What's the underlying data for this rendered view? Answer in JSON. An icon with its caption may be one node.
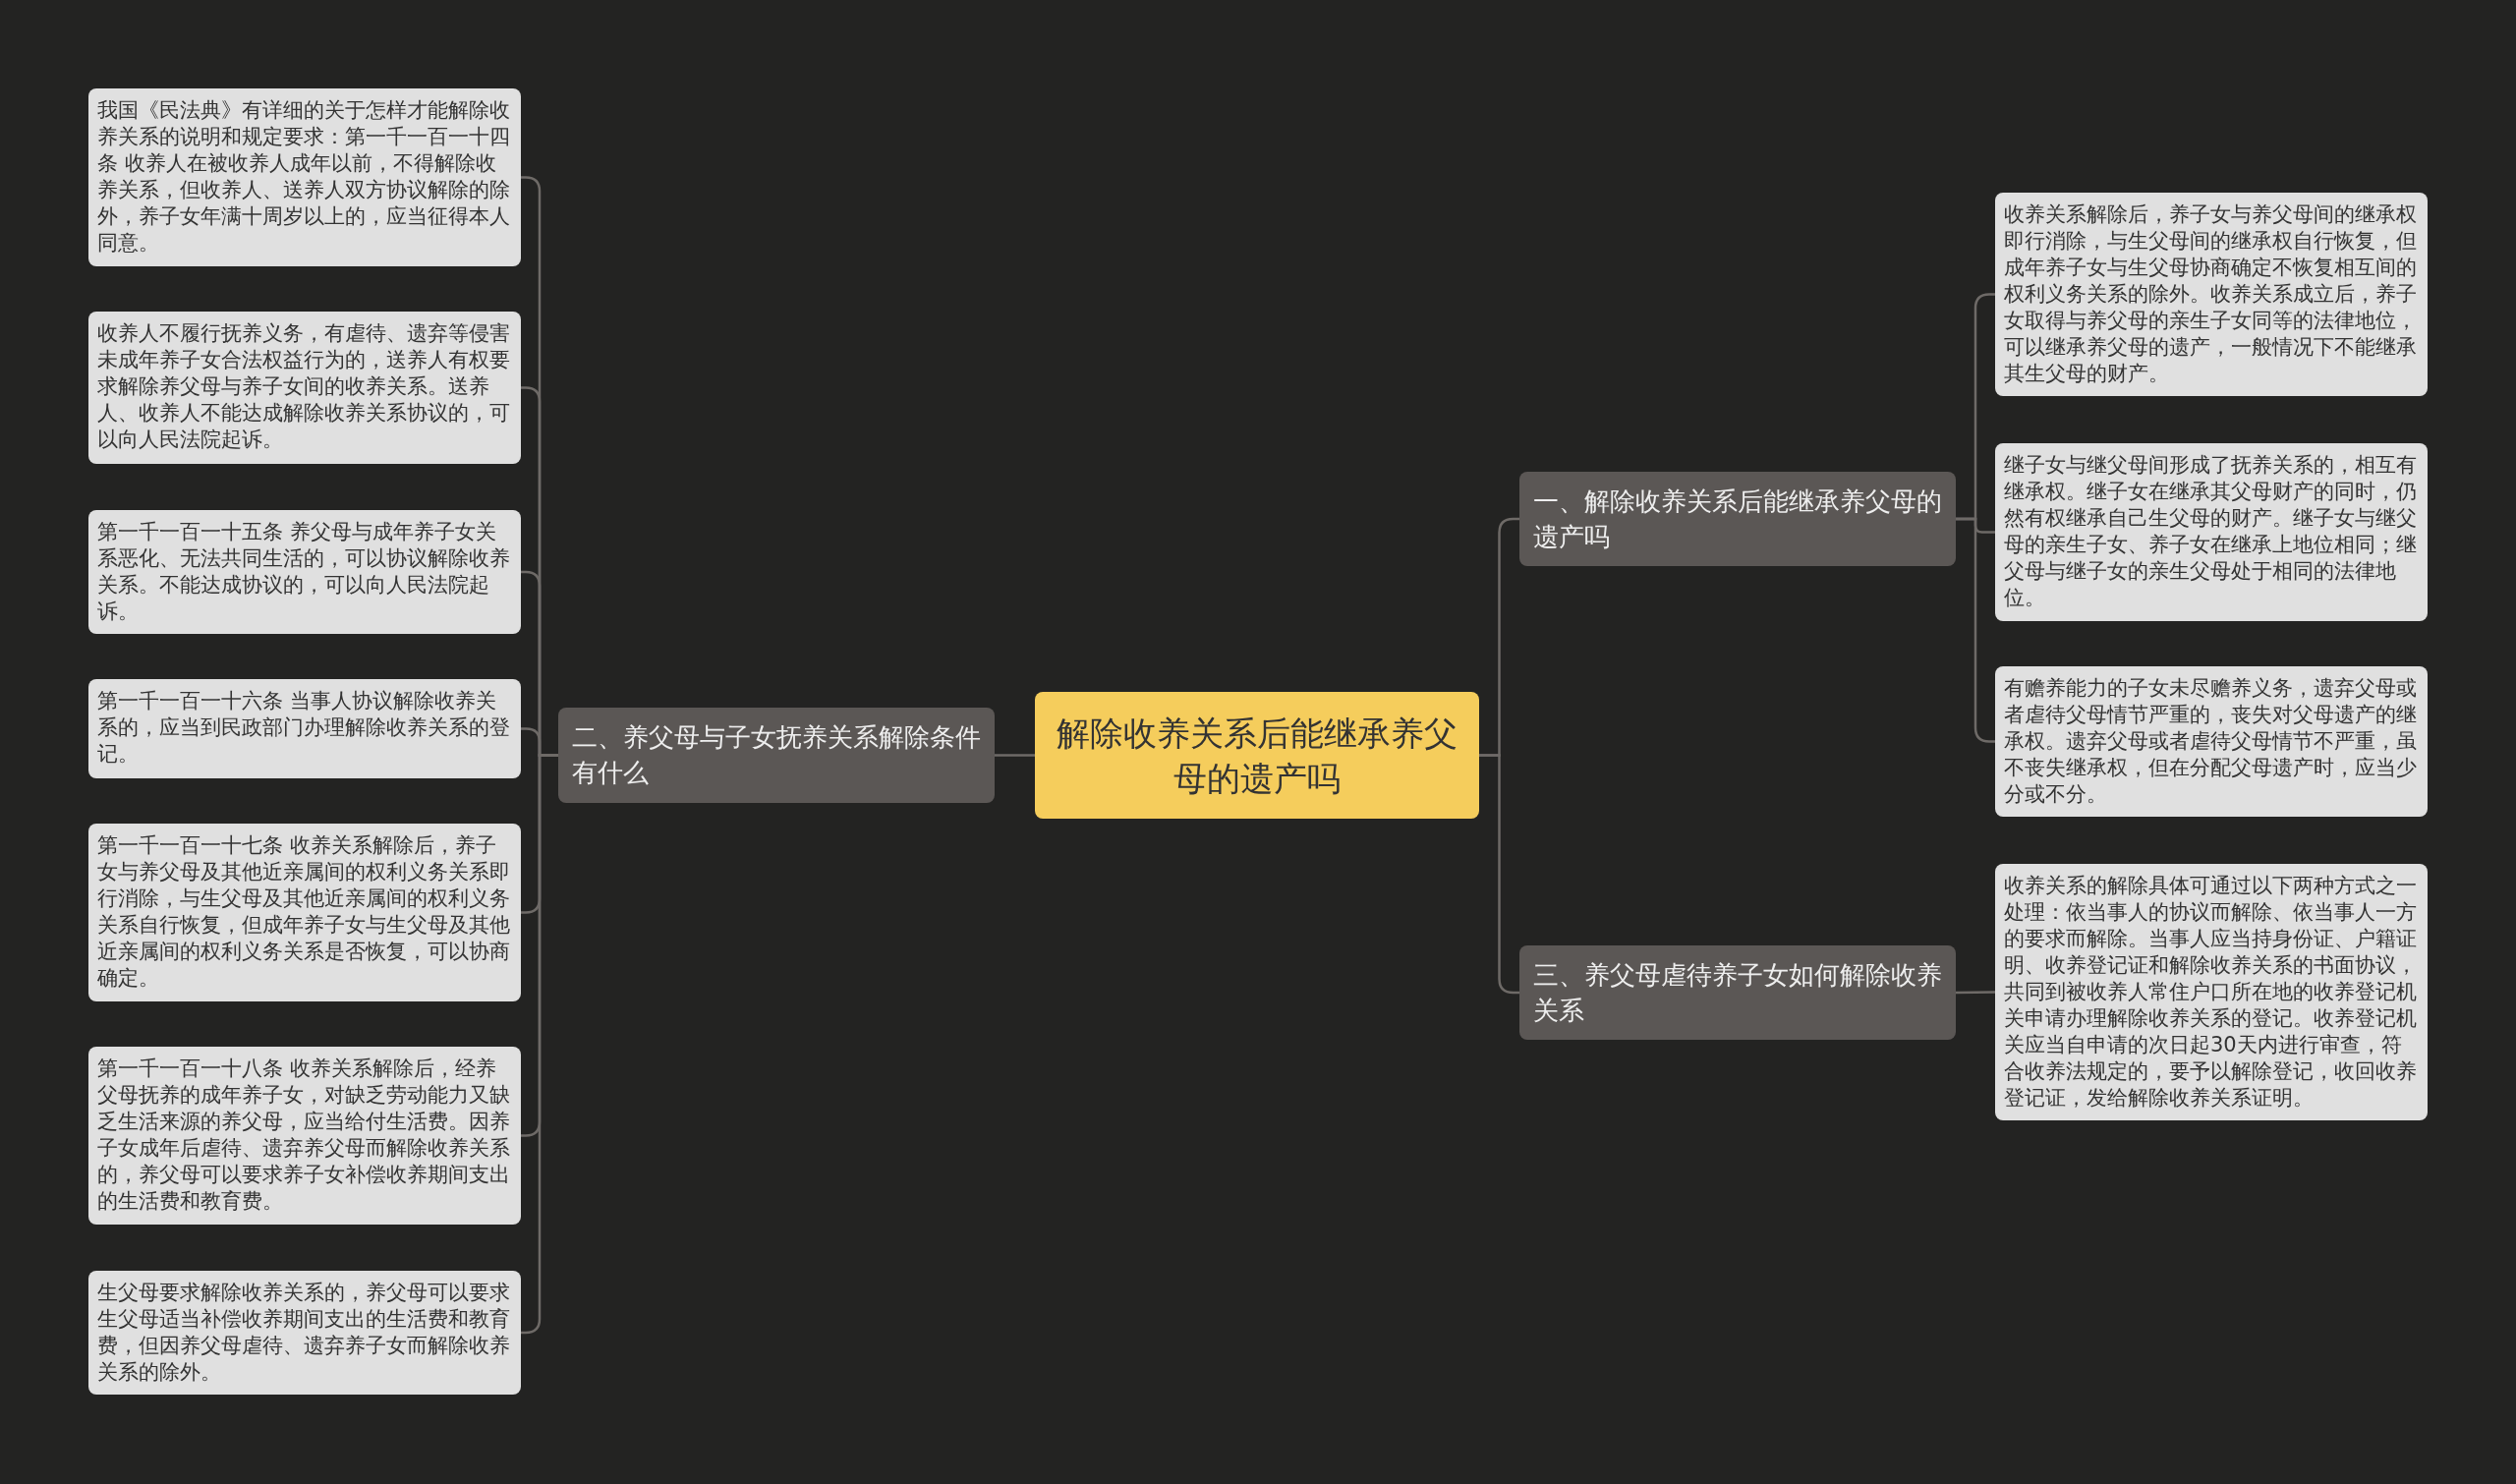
{
  "diagram": {
    "nodes": [
      {
        "text": [
          "解除收养关系后能继承养父母的遗产吗"
        ]
      },
      {
        "text": [
          "一、解除收养关系后能继承养父母的遗产吗"
        ]
      },
      {
        "text": [
          "收养关系解除后，养子女与养父母间的继承权即行消除，与生父母间的继承权自行恢复，但成年养子女与生父母协商确定不恢复相互间的权利义务关系的除外。收养关系成立后，养子女取得与养父母的亲生子女同等的法律地位，可以继承养父母的遗产，一般情况下不能继承其生父母的财产。"
        ]
      },
      {
        "text": [
          "继子女与继父母间形成了抚养关系的，相互有继承权。继子女在继承其父母财产的同时，仍然有权继承自己生父母的财产。继子女与继父母的亲生子女、养子女在继承上地位相同；继父母与继子女的亲生父母处于相同的法律地位。"
        ]
      },
      {
        "text": [
          "有赡养能力的子女未尽赡养义务，遗弃父母或者虐待父母情节严重的，丧失对父母遗产的继承权。遗弃父母或者虐待父母情节不严重，虽不丧失继承权，但在分配父母遗产时，应当少分或不分。"
        ]
      },
      {
        "text": [
          "二、养父母与子女抚养关系解除条件有什么"
        ]
      },
      {
        "text": [
          "我国《民法典》有详细的关于怎样才能解除收养关系的说明和规定要求：第一千一百一十四条 收养人在被收养人成年以前，不得解除收养关系，但收养人、送养人双方协议解除的除外，养子女年满十周岁以上的，应当征得本人同意。"
        ]
      },
      {
        "text": [
          "收养人不履行抚养义务，有虐待、遗弃等侵害未成年养子女合法权益行为的，送养人有权要求解除养父母与养子女间的收养关系。送养人、收养人不能达成解除收养关系协议的，可以向人民法院起诉。"
        ]
      },
      {
        "text": [
          "第一千一百一十五条 养父母与成年养子女关系恶化、无法共同生活的，可以协议解除收养关系。不能达成协议的，可以向人民法院起诉。"
        ]
      },
      {
        "text": [
          "第一千一百一十六条 当事人协议解除收养关系的，应当到民政部门办理解除收养关系的登记。"
        ]
      },
      {
        "text": [
          "第一千一百一十七条 收养关系解除后，养子女与养父母及其他近亲属间的权利义务关系即行消除，与生父母及其他近亲属间的权利义务关系自行恢复，但成年养子女与生父母及其他近亲属间的权利义务关系是否恢复，可以协商确定。"
        ]
      },
      {
        "text": [
          "第一千一百一十八条 收养关系解除后，经养父母抚养的成年养子女，对缺乏劳动能力又缺乏生活来源的养父母，应当给付生活费。因养子女成年后虐待、遗弃养父母而解除收养关系的，养父母可以要求养子女补偿收养期间支出的生活费和教育费。"
        ]
      },
      {
        "text": [
          "生父母要求解除收养关系的，养父母可以要求生父母适当补偿收养期间支出的生活费和教育费，但因养父母虐待、遗弃养子女而解除收养关系的除外。"
        ]
      },
      {
        "text": [
          "三、养父母虐待养子女如何解除收养关系"
        ]
      },
      {
        "text": [
          "收养关系的解除具体可通过以下两种方式之一处理：依当事人的协议而解除、依当事人一方的要求而解除。当事人应当持身份证、户籍证明、收养登记证和解除收养关系的书面协议，共同到被收养人常住户口所在地的收养登记机关申请办理解除收养关系的登记。收养登记机关应当自申请的次日起30天内进行审查，符合收养法规定的，要予以解除登记，收回收养登记证，发给解除收养关系证明。"
        ]
      }
    ],
    "edges": [
      {
        "from": 0,
        "to": 1,
        "arrow": "none"
      },
      {
        "from": 1,
        "to": 2,
        "arrow": "none"
      },
      {
        "from": 1,
        "to": 3,
        "arrow": "none"
      },
      {
        "from": 1,
        "to": 4,
        "arrow": "none"
      },
      {
        "from": 0,
        "to": 5,
        "arrow": "none"
      },
      {
        "from": 5,
        "to": 6,
        "arrow": "none"
      },
      {
        "from": 5,
        "to": 7,
        "arrow": "none"
      },
      {
        "from": 5,
        "to": 8,
        "arrow": "none"
      },
      {
        "from": 5,
        "to": 9,
        "arrow": "none"
      },
      {
        "from": 5,
        "to": 10,
        "arrow": "none"
      },
      {
        "from": 5,
        "to": 11,
        "arrow": "none"
      },
      {
        "from": 5,
        "to": 12,
        "arrow": "none"
      },
      {
        "from": 0,
        "to": 13,
        "arrow": "none"
      },
      {
        "from": 13,
        "to": 14,
        "arrow": "none"
      }
    ]
  }
}
